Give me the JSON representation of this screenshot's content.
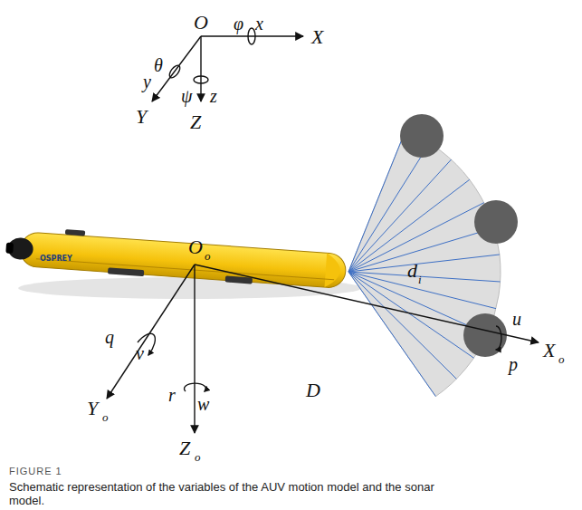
{
  "diagram": {
    "caption": "Schematic representation of the variables of the AUV motion model and the sonar model.",
    "title": "FIGURE 1",
    "labels": [
      "OSPREY",
      "O",
      "φ",
      "x",
      "X",
      "θ",
      "y",
      "ψ",
      "z",
      "Y",
      "Z",
      "O",
      "o",
      "d",
      "i",
      "u",
      "X",
      "o",
      "p",
      "D",
      "q",
      "v",
      "Y",
      "o",
      "r",
      "w",
      "Z",
      "o"
    ]
  }
}
